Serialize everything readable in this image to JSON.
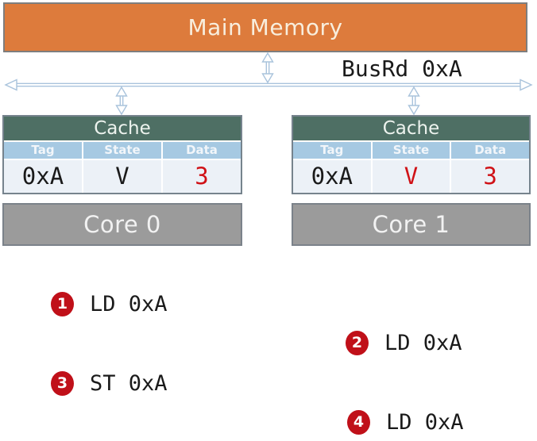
{
  "memory": {
    "label": "Main Memory"
  },
  "bus": {
    "label": "BusRd 0xA"
  },
  "caches": [
    {
      "title": "Cache",
      "columns": [
        "Tag",
        "State",
        "Data"
      ],
      "row": {
        "tag": "0xA",
        "state": "V",
        "data": "3"
      },
      "tag_color": "#1a1a1a",
      "state_color": "#1a1a1a",
      "data_color": "#D01217"
    },
    {
      "title": "Cache",
      "columns": [
        "Tag",
        "State",
        "Data"
      ],
      "row": {
        "tag": "0xA",
        "state": "V",
        "data": "3"
      },
      "tag_color": "#1a1a1a",
      "state_color": "#D01217",
      "data_color": "#D01217"
    }
  ],
  "cores": [
    {
      "label": "Core 0"
    },
    {
      "label": "Core 1"
    }
  ],
  "operations": [
    {
      "num": "1",
      "label": "LD 0xA",
      "core": "Core 0"
    },
    {
      "num": "2",
      "label": "LD 0xA",
      "core": "Core 1"
    },
    {
      "num": "3",
      "label": "ST 0xA",
      "core": "Core 0"
    },
    {
      "num": "4",
      "label": "LD 0xA",
      "core": "Core 1"
    }
  ],
  "colors": {
    "memory_fill": "#DD7B3C",
    "memory_text": "#F8EEDD",
    "cache_header_fill": "#4E6F64",
    "table_header_fill": "#A6C9E2",
    "table_row_fill": "#ECF1F7",
    "core_fill": "#9B9B9B",
    "badge_fill": "#C01019",
    "bus_stroke": "#A9C3DC",
    "value_red": "#D01217"
  }
}
